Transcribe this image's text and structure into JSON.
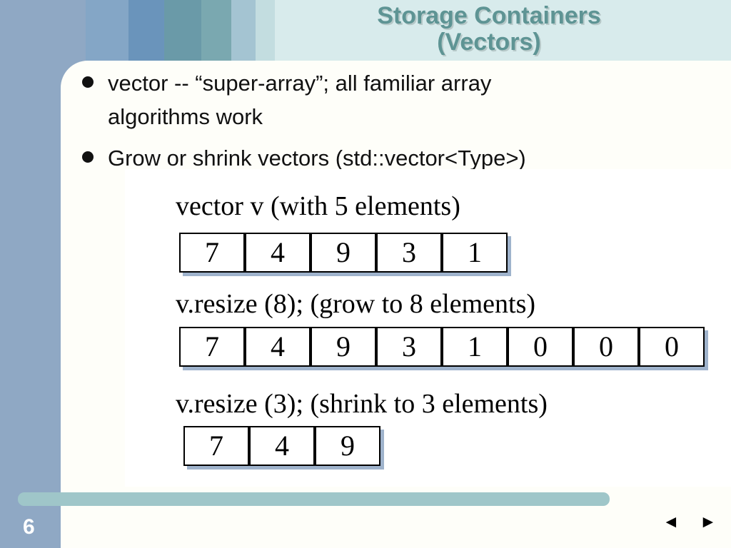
{
  "slide": {
    "title_line1": "Storage Containers",
    "title_line2": "(Vectors)",
    "page_number": "6",
    "nav_prev": "◄",
    "nav_next": "►"
  },
  "bullets": [
    {
      "line1": "vector -- “super-array”; all familiar array",
      "line2": "algorithms work"
    },
    {
      "line1": "Grow or shrink vectors (std::vector<Type>)"
    }
  ],
  "diagram": {
    "caption1": "vector v   (with 5 elements)",
    "vector1": [
      "7",
      "4",
      "9",
      "3",
      "1"
    ],
    "caption2": "v.resize (8);  (grow to 8 elements)",
    "vector2": [
      "7",
      "4",
      "9",
      "3",
      "1",
      "0",
      "0",
      "0"
    ],
    "caption3": "v.resize  (3);  (shrink to 3 elements)",
    "vector3": [
      "7",
      "4",
      "9"
    ]
  },
  "colors": {
    "background": "#8fa8c4",
    "title": "#5e9494",
    "header_fill": "#d8ebec",
    "stripes": [
      "#84a6c6",
      "#6a94bb",
      "#6a9aa8",
      "#7aa8b0",
      "#a4c4d2",
      "#c3dde0"
    ],
    "cell_shadow": "#9fb3cc",
    "bottom_bar": "#9fc6c9"
  }
}
